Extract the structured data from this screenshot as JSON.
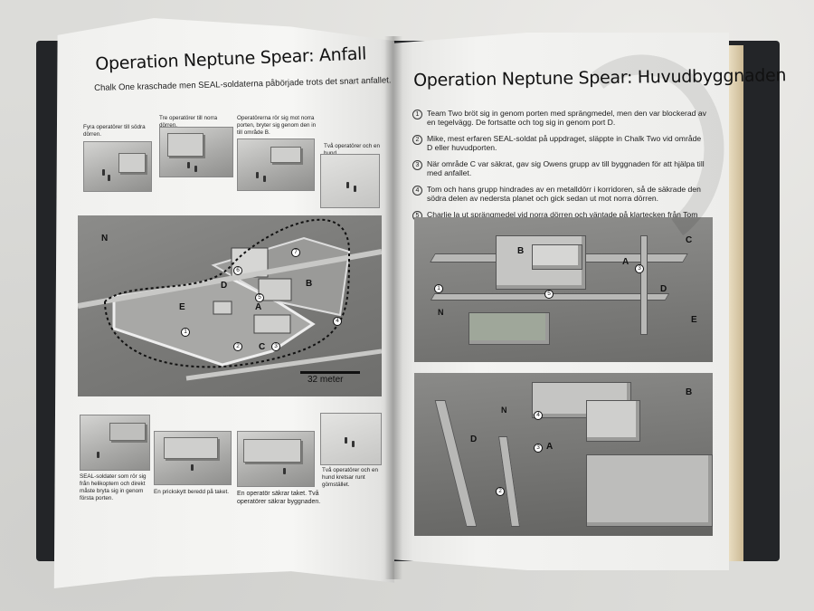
{
  "left_page": {
    "title": "Operation Neptune Spear: Anfall",
    "lead": "Chalk One kraschade men SEAL-soldaterna påbörjade trots det snart anfallet.",
    "top_captions": [
      "Fyra operatörer till södra dörren.",
      "Tre operatörer till norra dörren.",
      "Operatörerna rör sig mot norra porten, bryter sig genom den in till område B.",
      "Två operatörer och en hund"
    ],
    "bottom_captions": [
      "SEAL-soldater som rör sig från helikoptern och direkt måste bryta sig in genom första porten.",
      "En prickskytt beredd på taket.",
      "En operatör säkrar taket. Två operatörer säkrar byggnaden.",
      "Två operatörer och en hund kretsar runt gömstället."
    ],
    "map": {
      "areas": [
        "A",
        "B",
        "C",
        "D",
        "E"
      ],
      "north": "N",
      "markers": [
        "1",
        "2",
        "3",
        "4",
        "5",
        "6",
        "7"
      ],
      "scale": "32 meter"
    }
  },
  "right_page": {
    "title": "Operation Neptune Spear: Huvudbyggnaden",
    "steps": [
      {
        "n": "1",
        "text": "Team Two bröt sig in genom porten med sprängmedel, men den var blockerad av en tegelvägg. De fortsatte och tog sig in genom port D."
      },
      {
        "n": "2",
        "text": "Mike, mest erfaren SEAL-soldat på uppdraget, släppte in Chalk Two vid område D eller huvudporten."
      },
      {
        "n": "3",
        "text": "När område C var säkrat, gav sig Owens grupp av till byggnaden för att hjälpa till med anfallet."
      },
      {
        "n": "4",
        "text": "Tom och hans grupp hindrades av en metalldörr i korridoren, så de säkrade den södra delen av nedersta planet och gick sedan ut mot norra dörren."
      },
      {
        "n": "5",
        "text": "Charlie la ut sprängmedel vid norra dörren och väntade på klartecken från Tom innan han tände på det."
      }
    ],
    "render_top_labels": [
      "B",
      "A",
      "D",
      "E",
      "C"
    ],
    "render_top_markers": [
      "1",
      "3",
      "5"
    ],
    "render_top_north": "N",
    "render_bottom_labels": [
      "B",
      "D",
      "A"
    ],
    "render_bottom_markers": [
      "2",
      "3",
      "4"
    ],
    "render_bottom_north": "N"
  }
}
